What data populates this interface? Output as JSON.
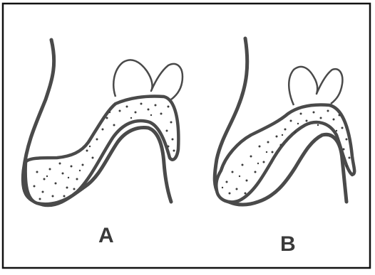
{
  "figure": {
    "panels": [
      {
        "id": "A",
        "label": "A"
      },
      {
        "id": "B",
        "label": "B"
      }
    ]
  },
  "colors": {
    "outline": "#4a4a4a",
    "border": "#111111",
    "stipple": "#3c3c3c",
    "background": "#ffffff"
  }
}
